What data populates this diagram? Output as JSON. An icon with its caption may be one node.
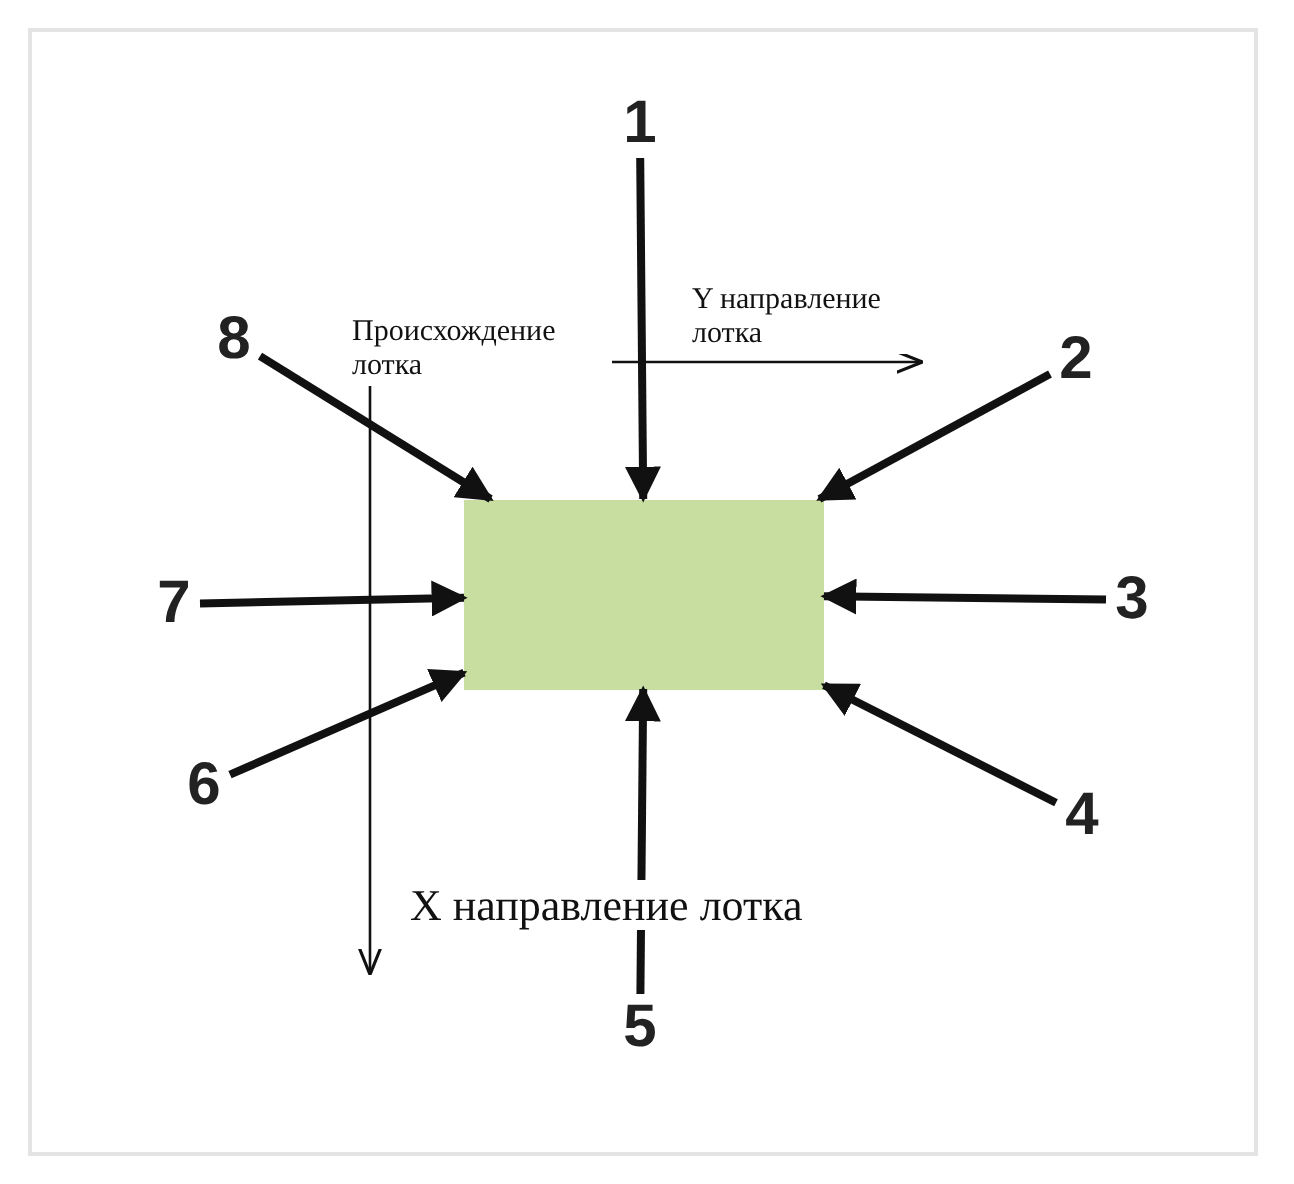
{
  "diagram": {
    "nodes": [
      {
        "text": [
          "1"
        ]
      },
      {
        "text": [
          "2"
        ]
      },
      {
        "text": [
          "3"
        ]
      },
      {
        "text": [
          "4"
        ]
      },
      {
        "text": [
          "5"
        ]
      },
      {
        "text": [
          "6"
        ]
      },
      {
        "text": [
          "7"
        ]
      },
      {
        "text": [
          "8"
        ]
      },
      {
        "text": [],
        "shape": "box"
      }
    ],
    "edges": [
      {
        "from": 0,
        "to": 8,
        "arrow": "to"
      },
      {
        "from": 1,
        "to": 8,
        "arrow": "to"
      },
      {
        "from": 2,
        "to": 8,
        "arrow": "to"
      },
      {
        "from": 3,
        "to": 8,
        "arrow": "to"
      },
      {
        "from": 4,
        "to": 8,
        "arrow": "to"
      },
      {
        "from": 5,
        "to": 8,
        "arrow": "to"
      },
      {
        "from": 6,
        "to": 8,
        "arrow": "to"
      },
      {
        "from": 7,
        "to": 8,
        "arrow": "to"
      }
    ],
    "labels": [
      "Происхождение лотка",
      "Y направление лотка",
      "X направление лотка"
    ]
  }
}
